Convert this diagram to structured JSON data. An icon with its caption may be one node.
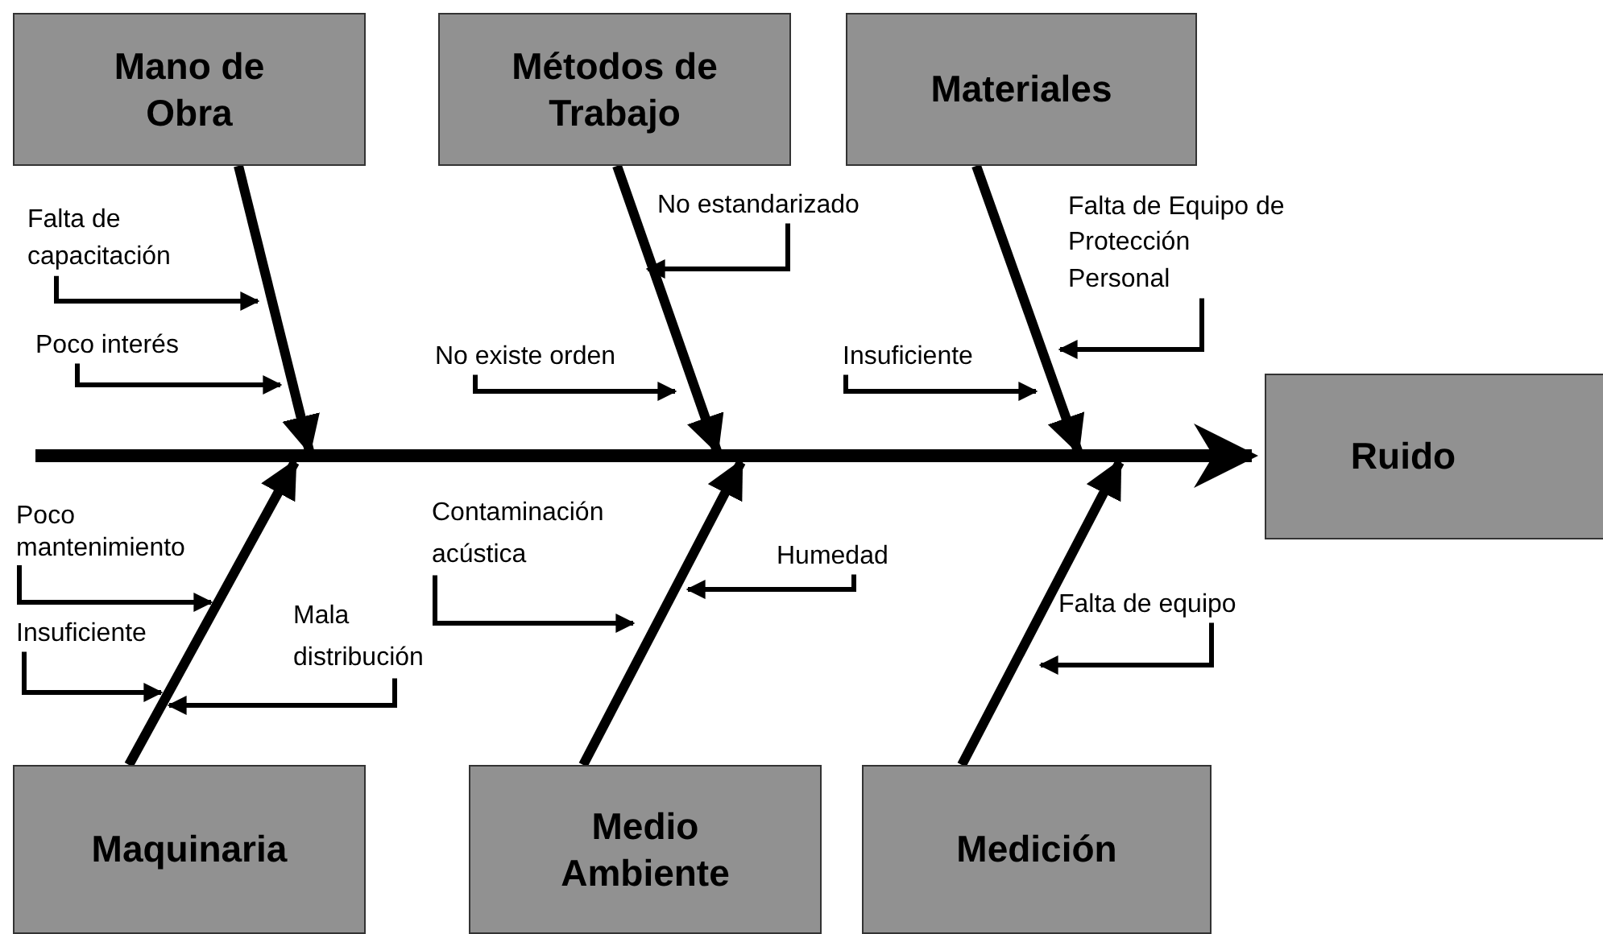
{
  "diagram": {
    "nodes": [
      {
        "text": [
          "Mano de Obra"
        ]
      },
      {
        "text": [
          "Métodos de Trabajo"
        ]
      },
      {
        "text": [
          "Materiales"
        ]
      },
      {
        "text": [
          "Ruido"
        ]
      },
      {
        "text": [
          "Maquinaria"
        ]
      },
      {
        "text": [
          "Medio Ambiente"
        ]
      },
      {
        "text": [
          "Medición"
        ]
      },
      {
        "text": [
          "Falta de capacitación"
        ]
      },
      {
        "text": [
          "Poco interés"
        ]
      },
      {
        "text": [
          "No estandarizado"
        ]
      },
      {
        "text": [
          "No existe orden"
        ]
      },
      {
        "text": [
          "Insuficiente"
        ]
      },
      {
        "text": [
          "Falta de Equipo de Protección Personal"
        ]
      },
      {
        "text": [
          "Poco mantenimiento"
        ]
      },
      {
        "text": [
          "Contaminación acústica"
        ]
      },
      {
        "text": [
          "Humedad"
        ]
      },
      {
        "text": [
          "Insuficiente"
        ]
      },
      {
        "text": [
          "Mala distribución"
        ]
      },
      {
        "text": [
          "Falta de equipo"
        ]
      }
    ],
    "edges": [
      {
        "from": null,
        "to": 3,
        "arrow": "to",
        "style": "thick"
      },
      {
        "from": 0,
        "to": null,
        "arrow": "to",
        "style": "thick"
      },
      {
        "from": 1,
        "to": null,
        "arrow": "to",
        "style": "thick"
      },
      {
        "from": 2,
        "to": null,
        "arrow": "to",
        "style": "thick"
      },
      {
        "from": 4,
        "to": null,
        "arrow": "to",
        "style": "thick"
      },
      {
        "from": 5,
        "to": null,
        "arrow": "to",
        "style": "thick"
      },
      {
        "from": 6,
        "to": null,
        "arrow": "to",
        "style": "thick"
      },
      {
        "from": 7,
        "to": null,
        "arrow": "to"
      },
      {
        "from": 8,
        "to": null,
        "arrow": "to"
      },
      {
        "from": 9,
        "to": null,
        "arrow": "to"
      },
      {
        "from": 10,
        "to": null,
        "arrow": "to"
      },
      {
        "from": 11,
        "to": null,
        "arrow": "to"
      },
      {
        "from": 12,
        "to": null,
        "arrow": "to"
      },
      {
        "from": 13,
        "to": null,
        "arrow": "to"
      },
      {
        "from": 14,
        "to": null,
        "arrow": "to"
      },
      {
        "from": 15,
        "to": null,
        "arrow": "to"
      },
      {
        "from": 16,
        "to": null,
        "arrow": "to"
      },
      {
        "from": 17,
        "to": null,
        "arrow": "to"
      },
      {
        "from": 18,
        "to": null,
        "arrow": "to"
      }
    ]
  }
}
